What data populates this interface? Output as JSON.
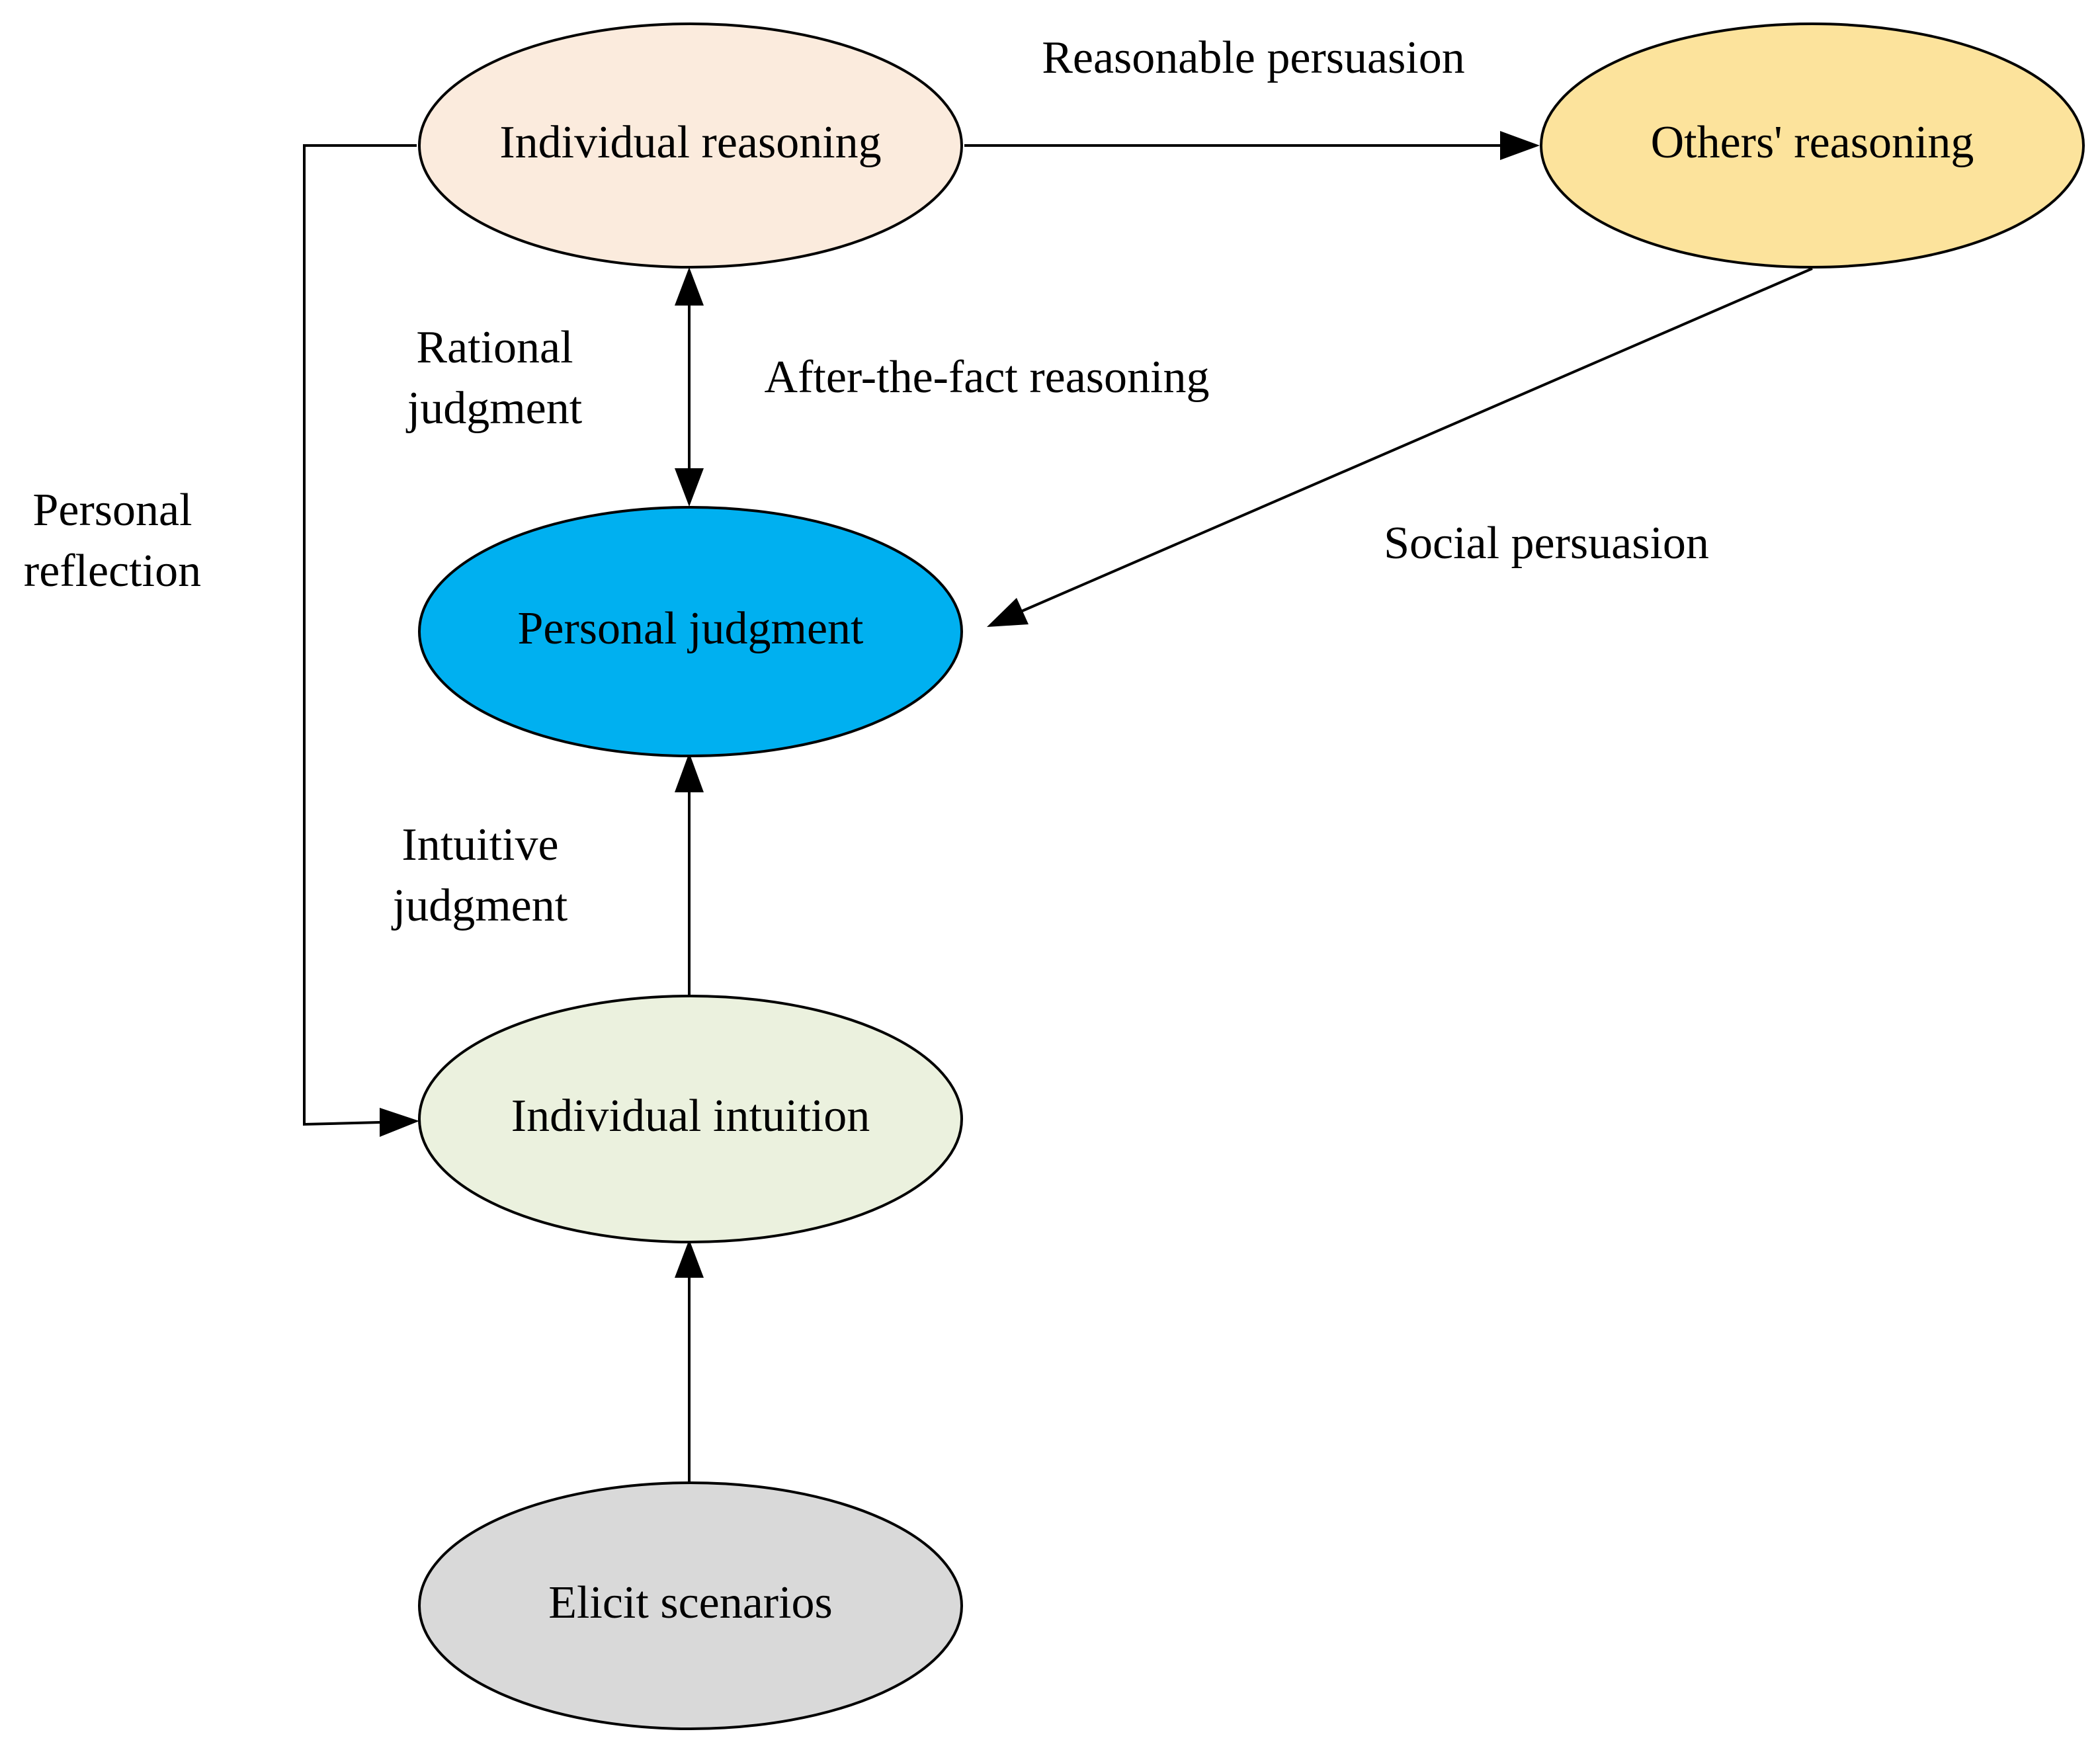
{
  "nodes": {
    "individual_reasoning": {
      "label": "Individual reasoning",
      "color": "#FBEBDD"
    },
    "others_reasoning": {
      "label": "Others' reasoning",
      "color": "#FCE39C"
    },
    "personal_judgment": {
      "label": "Personal judgment",
      "color": "#00B0F0"
    },
    "individual_intuition": {
      "label": "Individual intuition",
      "color": "#EBF1DE"
    },
    "elicit_scenarios": {
      "label": "Elicit scenarios",
      "color": "#D9D9D9"
    }
  },
  "edge_labels": {
    "reasonable_persuasion": "Reasonable persuasion",
    "rational_judgment_line1": "Rational",
    "rational_judgment_line2": "judgment",
    "after_the_fact_reasoning": "After-the-fact reasoning",
    "personal_reflection_line1": "Personal",
    "personal_reflection_line2": "reflection",
    "social_persuasion": "Social persuasion",
    "intuitive_judgment_line1": "Intuitive",
    "intuitive_judgment_line2": "judgment"
  }
}
